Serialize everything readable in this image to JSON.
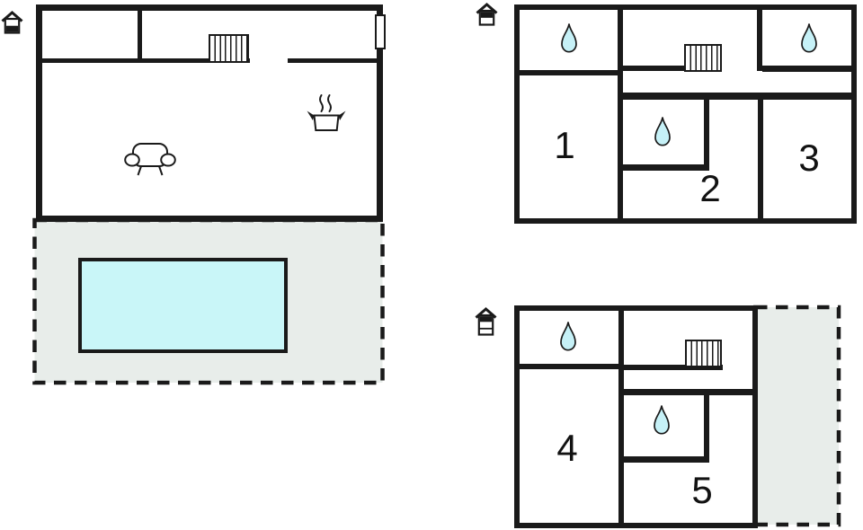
{
  "page": {
    "type": "holiday-home-floor-plan",
    "background": "#ffffff"
  },
  "colors": {
    "wall": "#1a1a1a",
    "water": "#c6f1f7",
    "pool_fill": "#c9f6f8",
    "terrace_fill": "#e8edea"
  },
  "plans": {
    "ground_floor": {
      "level_icon": "house-ground-floor-icon",
      "features": [
        "stairs",
        "window",
        "sofa",
        "cooking-pot"
      ],
      "terrace_present": true,
      "pool_present": true
    },
    "first_floor": {
      "level_icon": "house-first-floor-icon",
      "features": [
        "stairs"
      ],
      "water_drop_count": 3,
      "rooms": [
        {
          "label": "1"
        },
        {
          "label": "2"
        },
        {
          "label": "3"
        }
      ]
    },
    "top_floor": {
      "level_icon": "house-top-floor-icon",
      "features": [
        "stairs"
      ],
      "water_drop_count": 2,
      "terrace_present": true,
      "rooms": [
        {
          "label": "4"
        },
        {
          "label": "5"
        }
      ]
    }
  }
}
